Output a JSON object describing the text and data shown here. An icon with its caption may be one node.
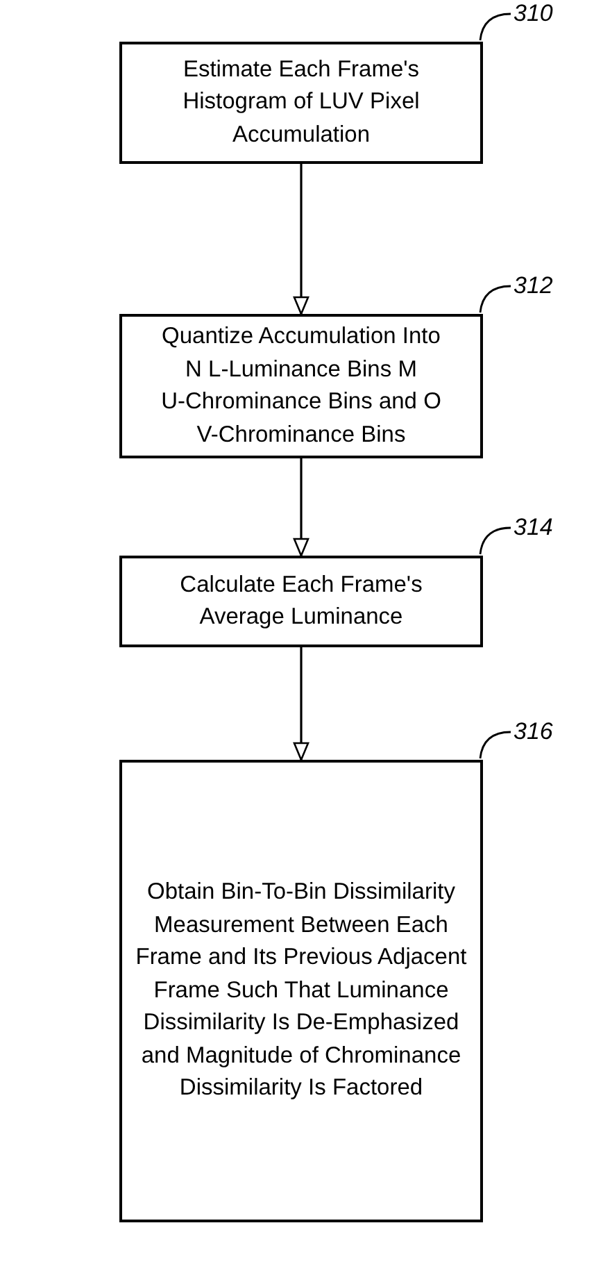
{
  "diagram": {
    "nodes": [
      {
        "text": [
          "Estimate Each Frame's Histogram of LUV Pixel Accumulation"
        ]
      },
      {
        "text": [
          "Quantize Accumulation Into N L-Luminance Bins M U-Chrominance Bins and O V-Chrominance Bins"
        ]
      },
      {
        "text": [
          "Calculate Each Frame's Average Luminance"
        ]
      },
      {
        "text": [
          "Obtain Bin-To-Bin Dissimilarity Measurement Between Each Frame and Its Previous Adjacent Frame Such That Luminance Dissimilarity Is De-Emphasized and Magnitude of Chrominance Dissimilarity Is Factored"
        ]
      },
      {
        "text": [
          "310"
        ]
      },
      {
        "text": [
          "312"
        ]
      },
      {
        "text": [
          "314"
        ]
      },
      {
        "text": [
          "316"
        ]
      }
    ],
    "edges": [
      {
        "from": 0,
        "to": 1,
        "arrow": "to"
      },
      {
        "from": 1,
        "to": 2,
        "arrow": "to"
      },
      {
        "from": 2,
        "to": 3,
        "arrow": "to"
      },
      {
        "from": 4,
        "to": 0,
        "arrow": "none"
      },
      {
        "from": 5,
        "to": 1,
        "arrow": "none"
      },
      {
        "from": 6,
        "to": 2,
        "arrow": "none"
      },
      {
        "from": 7,
        "to": 3,
        "arrow": "none"
      }
    ]
  }
}
